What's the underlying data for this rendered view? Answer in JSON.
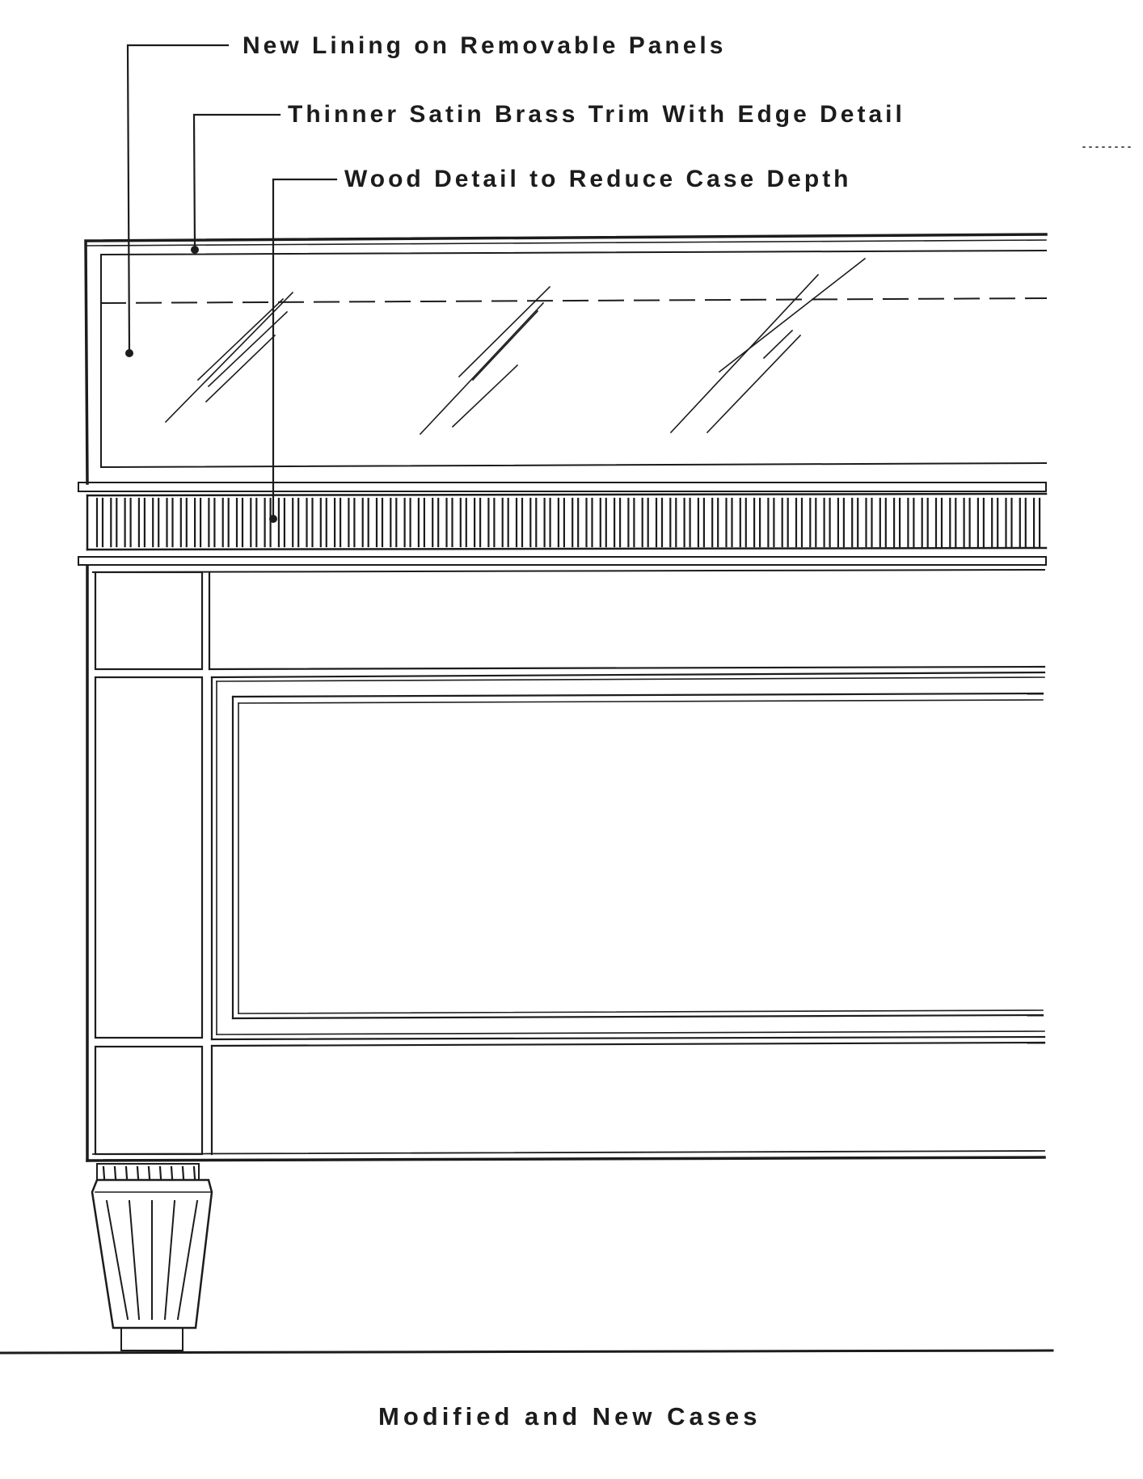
{
  "callouts": [
    {
      "id": "lining",
      "text": "New Lining on Removable Panels"
    },
    {
      "id": "trim",
      "text": "Thinner Satin Brass Trim With Edge Detail"
    },
    {
      "id": "wood",
      "text": "Wood Detail to Reduce Case Depth"
    }
  ],
  "caption": "Modified and New Cases",
  "colors": {
    "ink": "#1c1c1c",
    "paper": "#ffffff"
  }
}
